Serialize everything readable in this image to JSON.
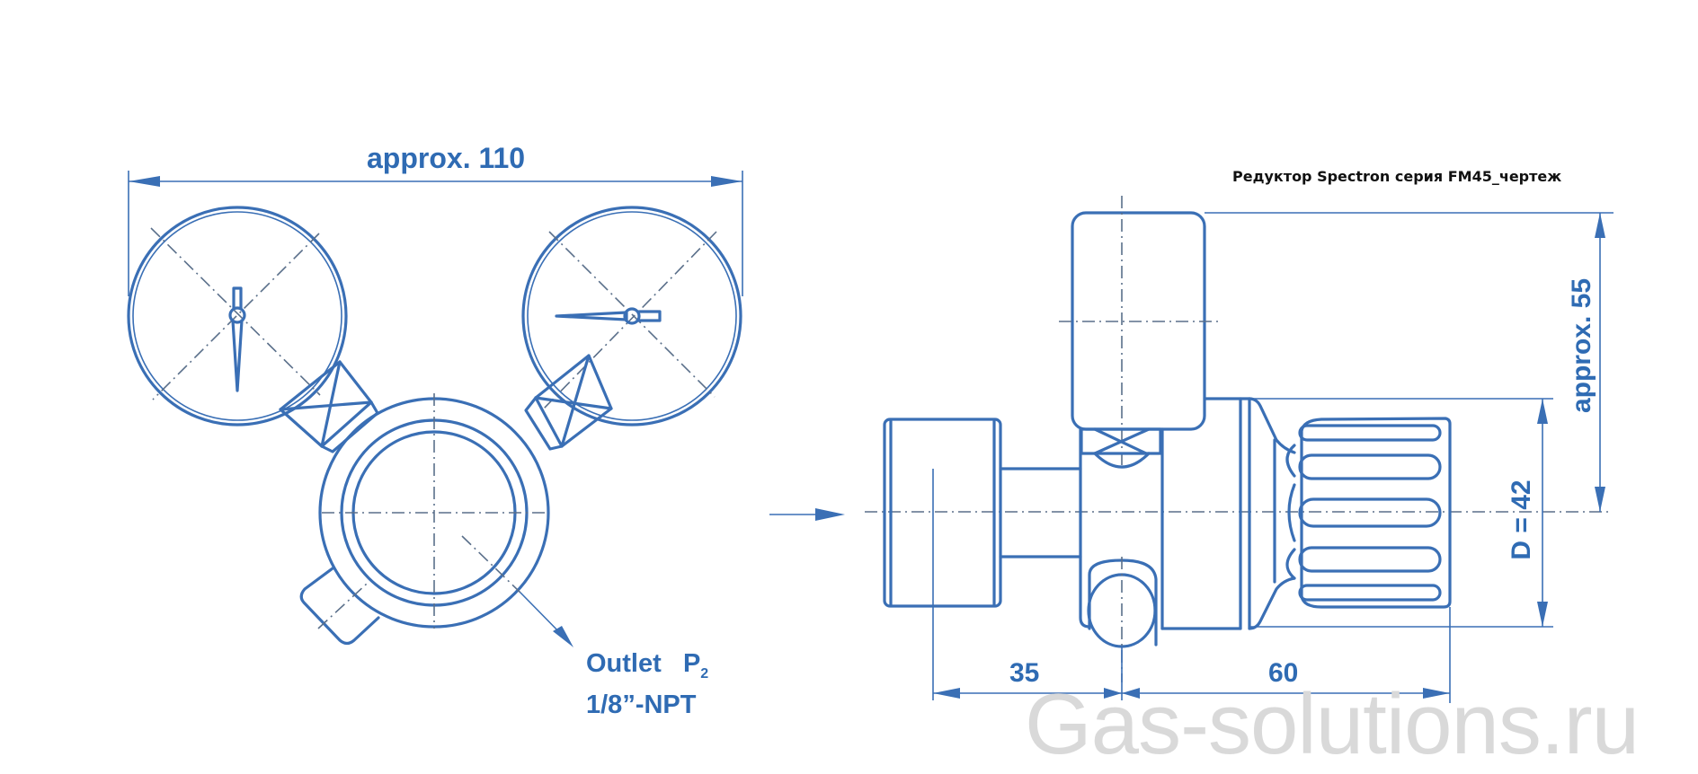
{
  "drawing": {
    "title": "Редуктор Spectron серия FM45_чертеж",
    "watermark": "Gas-solutions.ru",
    "color_line": "#3a6fb5",
    "color_text": "#2f6bb3",
    "front_view": {
      "width_dim": "approx. 110",
      "outlet_label": "Outlet",
      "outlet_pressure": "P",
      "outlet_pressure_sub": "2",
      "outlet_thread": "1/8”-NPT"
    },
    "side_view": {
      "height_dim": "approx. 55",
      "diameter_dim": "D = 42",
      "inlet_length_dim": "35",
      "body_length_dim": "60"
    }
  }
}
